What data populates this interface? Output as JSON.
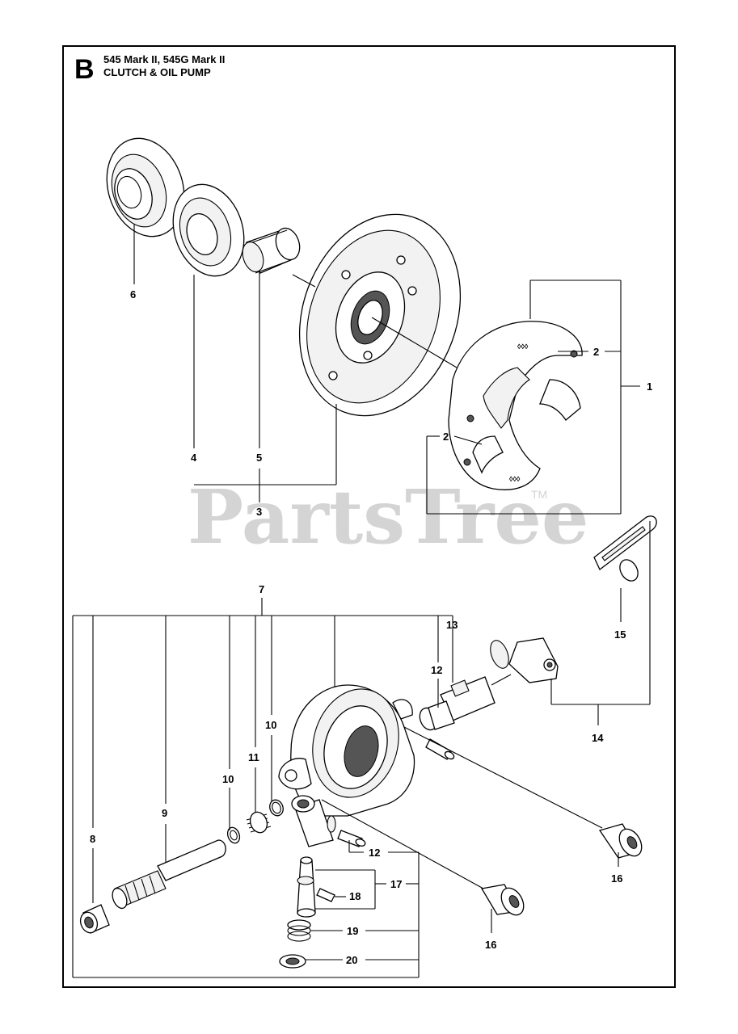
{
  "header": {
    "section_letter": "B",
    "model_line": "545 Mark II, 545G Mark II",
    "diagram_title": "CLUTCH & OIL PUMP"
  },
  "watermark": {
    "text": "PartsTree",
    "trademark": "TM"
  },
  "callouts": {
    "c1": "1",
    "c2a": "2",
    "c2b": "2",
    "c3": "3",
    "c4": "4",
    "c5": "5",
    "c6": "6",
    "c7": "7",
    "c8": "8",
    "c9": "9",
    "c10a": "10",
    "c10b": "10",
    "c11": "11",
    "c12a": "12",
    "c12b": "12",
    "c13": "13",
    "c14": "14",
    "c15": "15",
    "c16a": "16",
    "c16b": "16",
    "c17": "17",
    "c18": "18",
    "c19": "19",
    "c20": "20"
  }
}
